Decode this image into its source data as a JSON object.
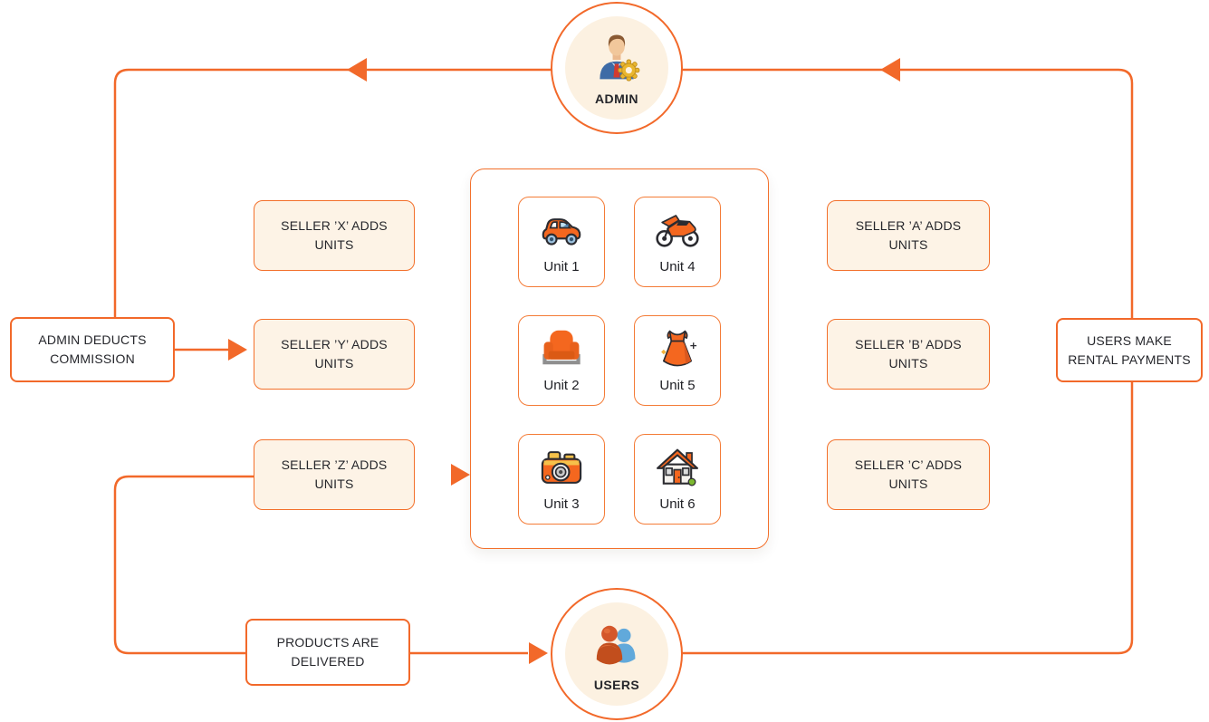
{
  "colors": {
    "accent_orange": "#F2692A",
    "cream_fill": "#FDF3E6",
    "text_dark": "#25262B",
    "node_white": "#FFFFFF"
  },
  "admin": {
    "label": "ADMIN",
    "icon": "admin-person-gear-icon"
  },
  "users": {
    "label": "USERS",
    "icon": "two-users-icon"
  },
  "flow_boxes": {
    "commission": {
      "label": "ADMIN DEDUCTS COMMISSION"
    },
    "payments": {
      "label": "USERS MAKE RENTAL PAYMENTS"
    },
    "delivery": {
      "label": "PRODUCTS ARE DELIVERED"
    }
  },
  "sellers_left": [
    {
      "label": "SELLER ’X’ ADDS UNITS"
    },
    {
      "label": "SELLER ’Y’ ADDS UNITS"
    },
    {
      "label": "SELLER ’Z’ ADDS UNITS"
    }
  ],
  "sellers_right": [
    {
      "label": "SELLER ’A’ ADDS UNITS"
    },
    {
      "label": "SELLER ’B’ ADDS UNITS"
    },
    {
      "label": "SELLER ’C’ ADDS UNITS"
    }
  ],
  "units": [
    {
      "label": "Unit 1",
      "icon": "car-icon"
    },
    {
      "label": "Unit 4",
      "icon": "motorcycle-icon"
    },
    {
      "label": "Unit 2",
      "icon": "armchair-icon"
    },
    {
      "label": "Unit 5",
      "icon": "dress-icon"
    },
    {
      "label": "Unit 3",
      "icon": "camera-icon"
    },
    {
      "label": "Unit 6",
      "icon": "house-icon"
    }
  ]
}
